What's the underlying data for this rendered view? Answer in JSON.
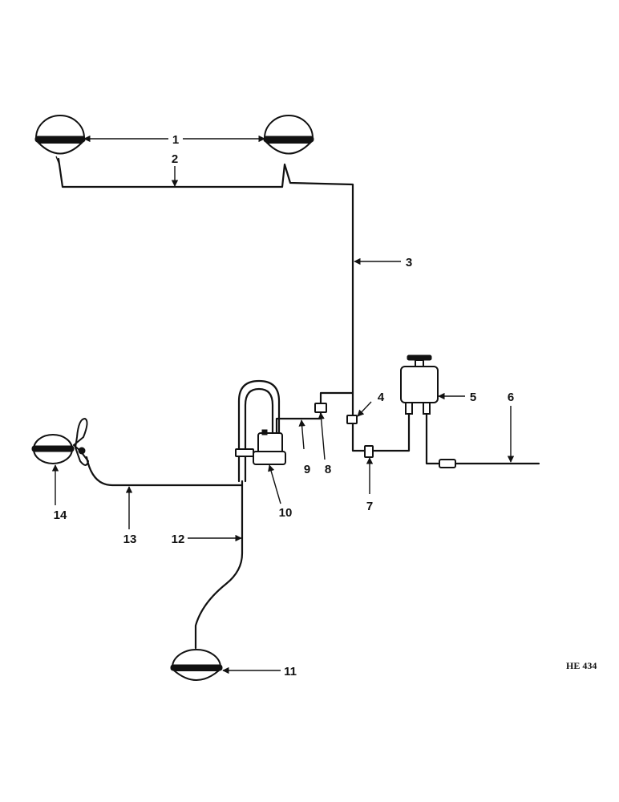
{
  "callouts": {
    "c1": "1",
    "c2": "2",
    "c3": "3",
    "c4": "4",
    "c5": "5",
    "c6": "6",
    "c7": "7",
    "c8": "8",
    "c9": "9",
    "c10": "10",
    "c11": "11",
    "c12": "12",
    "c13": "13",
    "c14": "14"
  },
  "reference": "HE 434"
}
